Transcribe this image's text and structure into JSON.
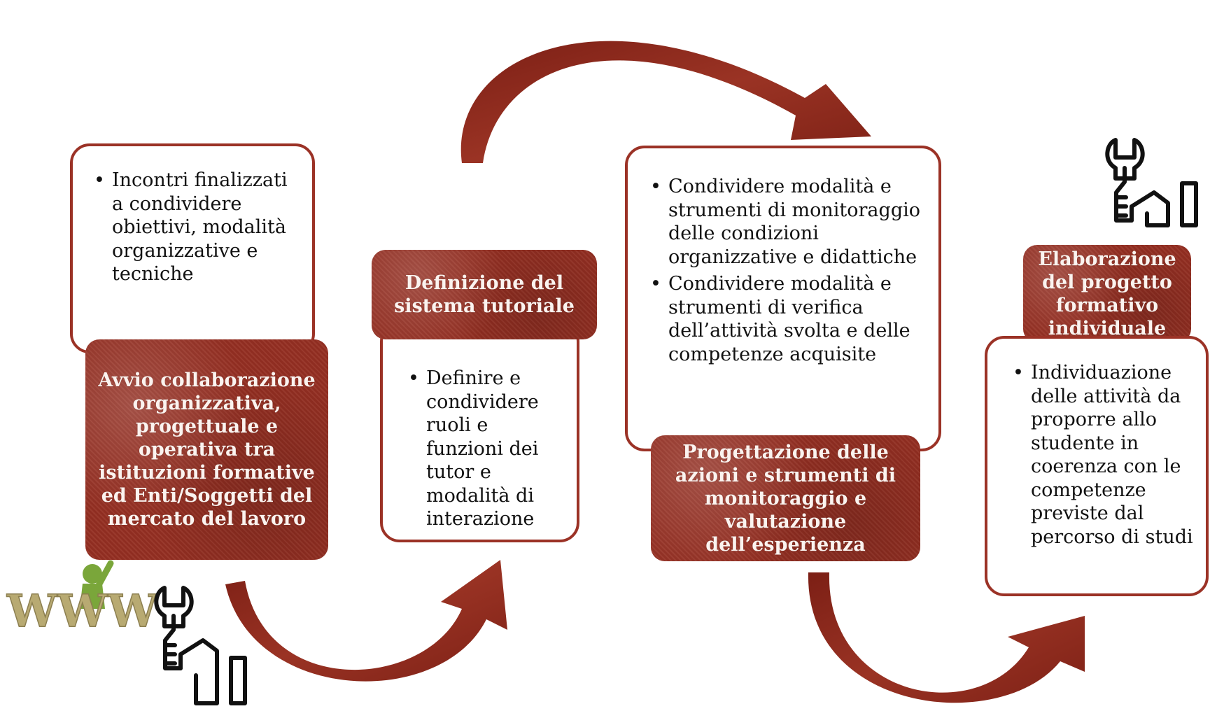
{
  "colors": {
    "accent": "#9b3226",
    "title_fill": "#952f22",
    "arrow_fill": "#8a2619",
    "icon_stroke": "#111111"
  },
  "icons": [
    "www-globe-person-icon",
    "repair-hand-wrench-icon"
  ],
  "steps": [
    {
      "title": "Avvio collaborazione organizzativa, progettuale e operativa tra istituzioni formative ed Enti/Soggetti del mercato del lavoro",
      "bullets": [
        "Incontri finalizzati a condividere obiettivi, modalità organizzative e tecniche"
      ]
    },
    {
      "title": "Definizione del sistema tutoriale",
      "bullets": [
        "Definire e condividere ruoli e funzioni dei tutor e modalità di interazione"
      ]
    },
    {
      "title": "Progettazione delle azioni e strumenti di monitoraggio e valutazione dell’esperienza",
      "bullets": [
        "Condividere modalità e strumenti di monitoraggio delle condizioni organizzative e didattiche",
        "Condividere modalità e strumenti di verifica dell’attività svolta e delle competenze acquisite"
      ]
    },
    {
      "title": "Elaborazione del progetto formativo individuale",
      "bullets": [
        "Individuazione delle attività da proporre allo studente in coerenza con le competenze previste dal percorso di studi"
      ]
    }
  ]
}
